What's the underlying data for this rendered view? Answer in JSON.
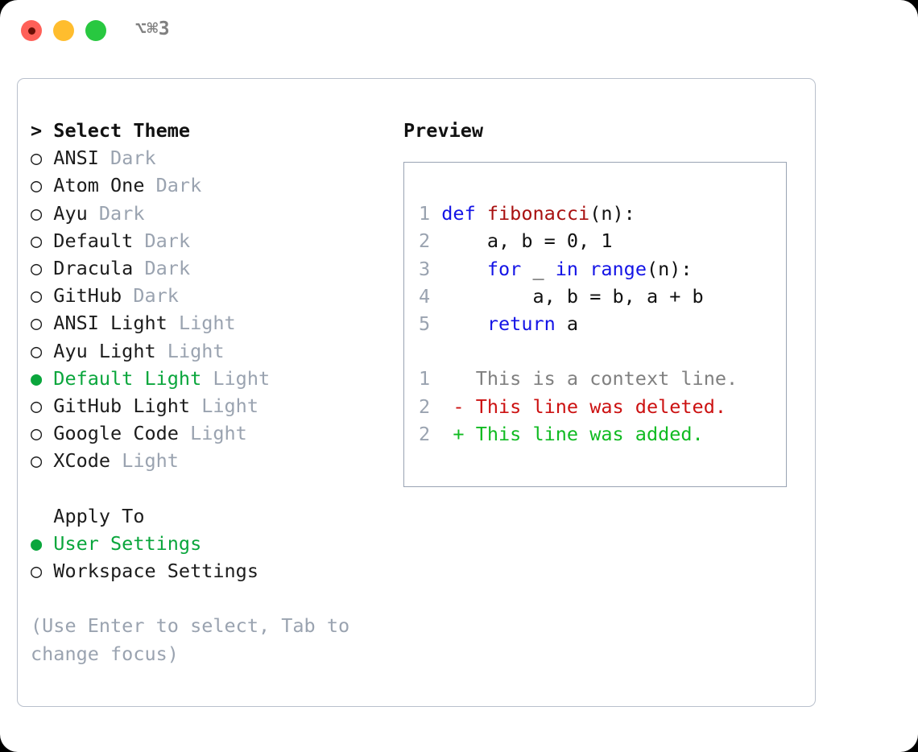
{
  "titlebar": {
    "shortcut": "⌥⌘3",
    "buttons": [
      {
        "name": "close",
        "color": "#ff6058"
      },
      {
        "name": "minimize",
        "color": "#ffbd2e"
      },
      {
        "name": "zoom",
        "color": "#28c840"
      }
    ]
  },
  "theme_section": {
    "header_prefix": ">",
    "header": "Select Theme",
    "marker_unselected": "○",
    "marker_selected": "●",
    "items": [
      {
        "label": "ANSI",
        "tag": "Dark",
        "selected": false
      },
      {
        "label": "Atom One",
        "tag": "Dark",
        "selected": false
      },
      {
        "label": "Ayu",
        "tag": "Dark",
        "selected": false
      },
      {
        "label": "Default",
        "tag": "Dark",
        "selected": false
      },
      {
        "label": "Dracula",
        "tag": "Dark",
        "selected": false
      },
      {
        "label": "GitHub",
        "tag": "Dark",
        "selected": false
      },
      {
        "label": "ANSI Light",
        "tag": "Light",
        "selected": false
      },
      {
        "label": "Ayu Light",
        "tag": "Light",
        "selected": false
      },
      {
        "label": "Default Light",
        "tag": "Light",
        "selected": true
      },
      {
        "label": "GitHub Light",
        "tag": "Light",
        "selected": false
      },
      {
        "label": "Google Code",
        "tag": "Light",
        "selected": false
      },
      {
        "label": "XCode",
        "tag": "Light",
        "selected": false
      }
    ]
  },
  "apply_section": {
    "header": "Apply To",
    "items": [
      {
        "label": "User Settings",
        "selected": true
      },
      {
        "label": "Workspace Settings",
        "selected": false
      }
    ]
  },
  "hint": "(Use Enter to select, Tab to change focus)",
  "preview": {
    "title": "Preview",
    "code_lines": [
      {
        "num": "1",
        "tokens": [
          {
            "t": "def ",
            "c": "kw"
          },
          {
            "t": "fibonacci",
            "c": "fn"
          },
          {
            "t": "(n):",
            "c": "txt"
          }
        ]
      },
      {
        "num": "2",
        "tokens": [
          {
            "t": "    a, b = 0, 1",
            "c": "txt"
          }
        ]
      },
      {
        "num": "3",
        "tokens": [
          {
            "t": "    ",
            "c": "txt"
          },
          {
            "t": "for",
            "c": "kw"
          },
          {
            "t": " _ ",
            "c": "txt"
          },
          {
            "t": "in",
            "c": "kw"
          },
          {
            "t": " ",
            "c": "txt"
          },
          {
            "t": "range",
            "c": "kw"
          },
          {
            "t": "(n):",
            "c": "txt"
          }
        ]
      },
      {
        "num": "4",
        "tokens": [
          {
            "t": "        a, b = b, a + b",
            "c": "txt"
          }
        ]
      },
      {
        "num": "5",
        "tokens": [
          {
            "t": "    ",
            "c": "txt"
          },
          {
            "t": "return",
            "c": "kw"
          },
          {
            "t": " a",
            "c": "txt"
          }
        ]
      }
    ],
    "diff_lines": [
      {
        "num": "1",
        "tokens": [
          {
            "t": "   This is a context line.",
            "c": "ctx"
          }
        ]
      },
      {
        "num": "2",
        "tokens": [
          {
            "t": " - This line was deleted.",
            "c": "del"
          }
        ]
      },
      {
        "num": "2",
        "tokens": [
          {
            "t": " + This line was added.",
            "c": "add"
          }
        ]
      }
    ]
  },
  "colors": {
    "selected_green": "#0aa63c",
    "muted": "#9aa3b0",
    "keyword_blue": "#1414e6",
    "function_red": "#a81010",
    "diff_deleted": "#cc1111",
    "diff_added": "#11bb22",
    "border": "#b9c0cc",
    "preview_border": "#99a3b3"
  }
}
